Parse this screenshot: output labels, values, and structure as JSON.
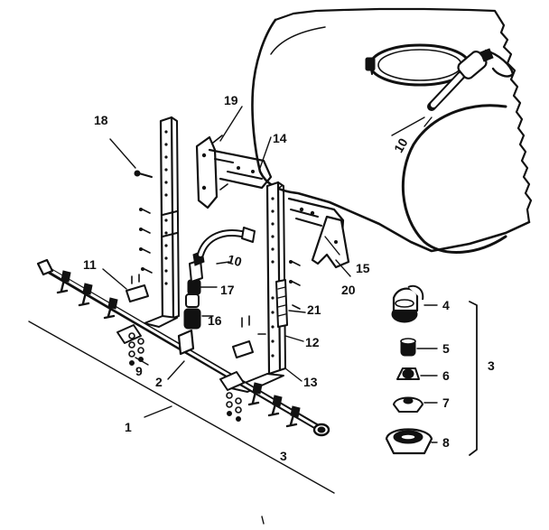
{
  "callouts": {
    "c1": "1",
    "c2": "2",
    "c3_bottom": "3",
    "c3_right": "3",
    "c4": "4",
    "c5": "5",
    "c6": "6",
    "c7": "7",
    "c8": "8",
    "c9": "9",
    "c10_hose": "10",
    "c10_lower": "10",
    "c11": "11",
    "c12": "12",
    "c13": "13",
    "c14": "14",
    "c15": "15",
    "c16": "16",
    "c17": "17",
    "c18": "18",
    "c19": "19",
    "c20": "20",
    "c21": "21"
  }
}
